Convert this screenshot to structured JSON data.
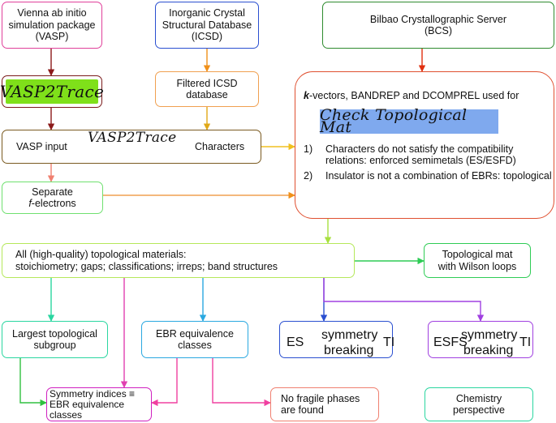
{
  "nodes": {
    "vasp": [
      "Vienna ab initio",
      "simulation package",
      "(VASP)"
    ],
    "icsd": [
      "Inorganic Crystal",
      "Structural Database",
      "(ICSD)"
    ],
    "bcs": [
      "Bilbao Crystallographic Server",
      "(BCS)"
    ],
    "vasp2trace": "VASP2Trace",
    "filtered": [
      "Filtered ICSD",
      "database"
    ],
    "vasp_input": "VASP input",
    "vasp2trace_arrow": "VASP2Trace",
    "characters": "Characters",
    "separate": [
      "Separate",
      "f-electrons"
    ],
    "kvectors_prefix": "k",
    "kvectors_rest": "-vectors, BANDREP and DCOMPREL used for",
    "check_title": "Check Topological Mat",
    "item1_num": "1)",
    "item1": [
      "Characters do not satisfy the compatibility",
      "relations: enforced semimetals (ES/ESFD)"
    ],
    "item2_num": "2)",
    "item2": "Insulator is not a combination of EBRs: topological",
    "all_topo": [
      "All (high-quality) topological materials:",
      "stoichiometry; gaps; classifications; irreps; band structures"
    ],
    "wilson": [
      "Topological mat",
      "with Wilson loops"
    ],
    "largest": [
      "Largest topological",
      "subgroup"
    ],
    "ebr_equiv": [
      "EBR equivalence",
      "classes"
    ],
    "es": "ES",
    "es_top": "symmetry",
    "es_bottom": "breaking",
    "es_ti": "TI",
    "esfs": "ESFS",
    "esfs_top": "symmetry",
    "esfs_bottom": "breaking",
    "esfs_ti": "TI",
    "sym_indices": [
      "Symmetry indices",
      "EBR equivalence",
      "classes"
    ],
    "equiv_symbol": "≡",
    "no_fragile": [
      "No fragile phases",
      "are found"
    ],
    "chemistry": [
      "Chemistry",
      "perspective"
    ]
  },
  "colors": {
    "vasp": "#e0409a",
    "icsd": "#2a4fd0",
    "bcs": "#2e8b2e",
    "vasp2trace_fill": "#7fe01a",
    "vasp2trace_border": "#7a1a1a",
    "filtered": "#f0a050",
    "vasp_input": "#7a5a20",
    "separate": "#6fe06f",
    "check_box": "#e05030",
    "check_fill": "#7fa9ee",
    "all_topo": "#b5e85a",
    "wilson": "#2ecc55",
    "largest": "#2ad6a0",
    "ebr_equiv": "#2aa8e0",
    "es": "#2a4fd0",
    "esfs": "#a040e0",
    "sym_indices": "#d020c0",
    "no_fragile": "#f08070",
    "chemistry": "#2ad6a0"
  }
}
